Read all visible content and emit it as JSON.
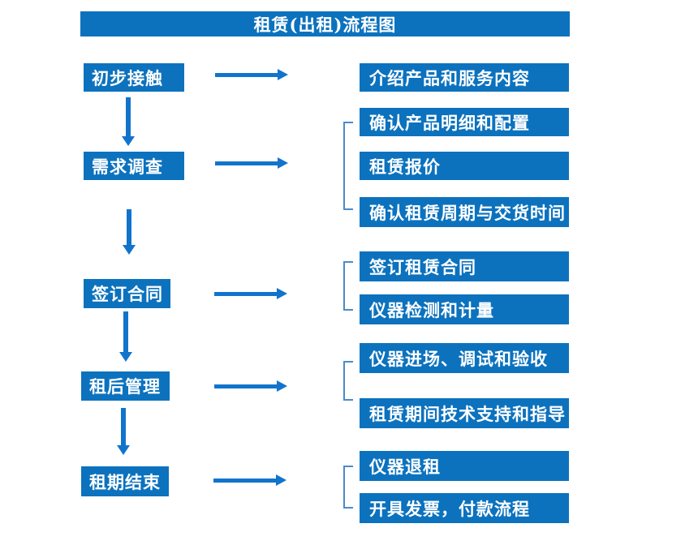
{
  "title": "租赁(出租)流程图",
  "colors": {
    "box": "#0C72BE",
    "arrow": "#1174CC",
    "bracket": "#4B8BCB",
    "text": "#FFFFFF"
  },
  "steps": [
    {
      "label": "初步接触"
    },
    {
      "label": "需求调查"
    },
    {
      "label": "签订合同"
    },
    {
      "label": "租后管理"
    },
    {
      "label": "租期结束"
    }
  ],
  "details": [
    {
      "label": "介绍产品和服务内容"
    },
    {
      "label": "确认产品明细和配置"
    },
    {
      "label": "租赁报价"
    },
    {
      "label": "确认租赁周期与交货时间"
    },
    {
      "label": "签订租赁合同"
    },
    {
      "label": "仪器检测和计量"
    },
    {
      "label": "仪器进场、调试和验收"
    },
    {
      "label": "租赁期间技术支持和指导"
    },
    {
      "label": "仪器退租"
    },
    {
      "label": "开具发票，付款流程"
    }
  ],
  "connections": [
    {
      "step": "初步接触",
      "details": [
        "介绍产品和服务内容"
      ]
    },
    {
      "step": "需求调查",
      "details": [
        "确认产品明细和配置",
        "租赁报价",
        "确认租赁周期与交货时间"
      ]
    },
    {
      "step": "签订合同",
      "details": [
        "签订租赁合同",
        "仪器检测和计量"
      ]
    },
    {
      "step": "租后管理",
      "details": [
        "仪器进场、调试和验收",
        "租赁期间技术支持和指导"
      ]
    },
    {
      "step": "租期结束",
      "details": [
        "仪器退租",
        "开具发票，付款流程"
      ]
    }
  ]
}
